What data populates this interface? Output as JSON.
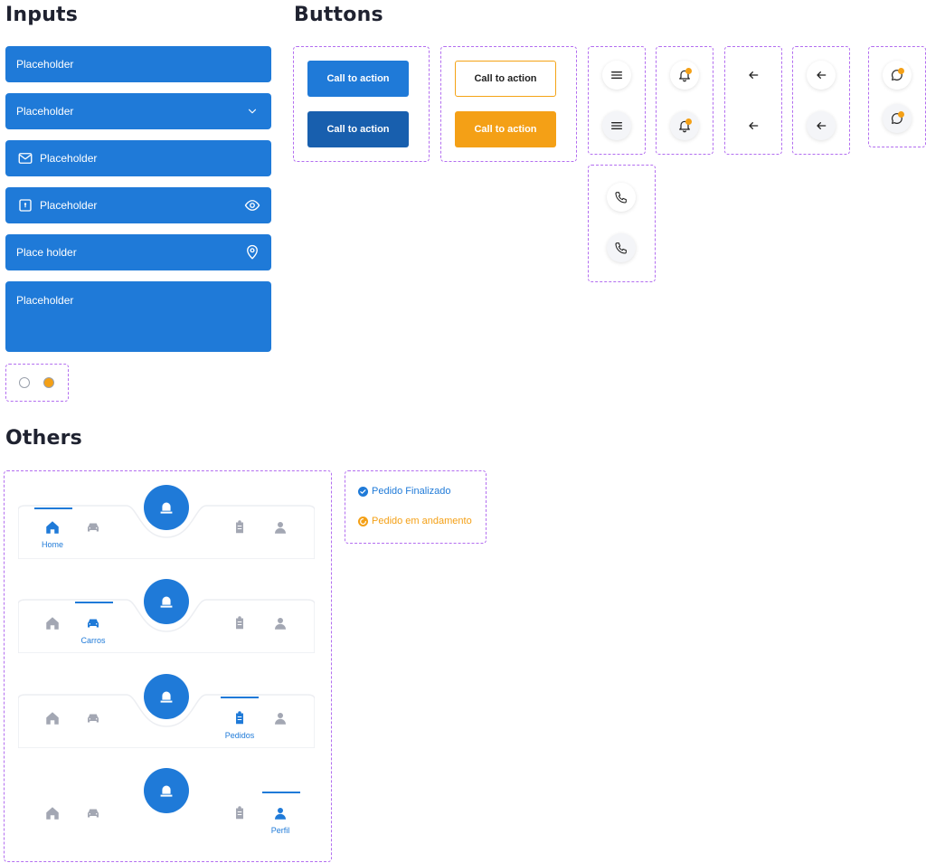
{
  "sections": {
    "inputs": "Inputs",
    "buttons": "Buttons",
    "others": "Others"
  },
  "inputs": [
    {
      "placeholder": "Placeholder",
      "icon": "none"
    },
    {
      "placeholder": "Placeholder",
      "icon": "chevron-down-icon"
    },
    {
      "placeholder": "Placeholder",
      "icon": "mail-icon"
    },
    {
      "placeholder": "Placeholder",
      "icon": "lock-icon",
      "trailing": "eye-icon"
    },
    {
      "placeholder": "Place holder",
      "icon": "location-pin-icon"
    },
    {
      "placeholder": "Placeholder",
      "icon": "textarea"
    }
  ],
  "radios": {
    "unselected": "radio-off",
    "selected": "radio-on"
  },
  "buttons": {
    "primary": "Call to action",
    "primary_pressed": "Call to action",
    "outline": "Call to action",
    "secondary": "Call to action"
  },
  "icon_buttons": [
    "menu-icon",
    "bell-icon",
    "arrow-left-icon",
    "arrow-left-icon",
    "chat-icon",
    "phone-icon"
  ],
  "navbars": [
    {
      "active": "Home"
    },
    {
      "active": "Carros"
    },
    {
      "active": "Pedidos"
    },
    {
      "active": "Perfil"
    }
  ],
  "nav_labels": {
    "home": "Home",
    "cars": "Carros",
    "orders": "Pedidos",
    "profile": "Perfil"
  },
  "status": {
    "done": "Pedido Finalizado",
    "in_progress": "Pedido em andamento"
  },
  "colors": {
    "primary": "#1f7ad8",
    "primary_dark": "#185fae",
    "accent": "#f4a016",
    "inactive_icon": "#a3a7b3",
    "dashed_frame": "#b36ef0"
  }
}
